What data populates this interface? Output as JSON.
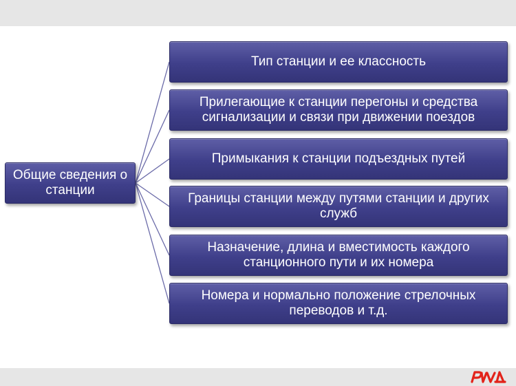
{
  "diagram": {
    "root": {
      "label": "Общие сведения о станции"
    },
    "children": [
      {
        "label": "Тип станции и ее классность"
      },
      {
        "label": "Прилегающие к станции перегоны и средства сигнализации и связи при движении поездов"
      },
      {
        "label": "Примыкания к станции подъездных путей"
      },
      {
        "label": "Границы станции между путями станции и других служб"
      },
      {
        "label": "Назначение, длина и вместимость каждого станционного пути и их номера"
      },
      {
        "label": "Номера и нормально положение стрелочных переводов и т.д."
      }
    ]
  },
  "branding": {
    "logo_icon": "rzd-logo-icon",
    "logo_text": "РЖД",
    "accent_color": "#e2231a",
    "box_color": "#3f3f8a"
  }
}
